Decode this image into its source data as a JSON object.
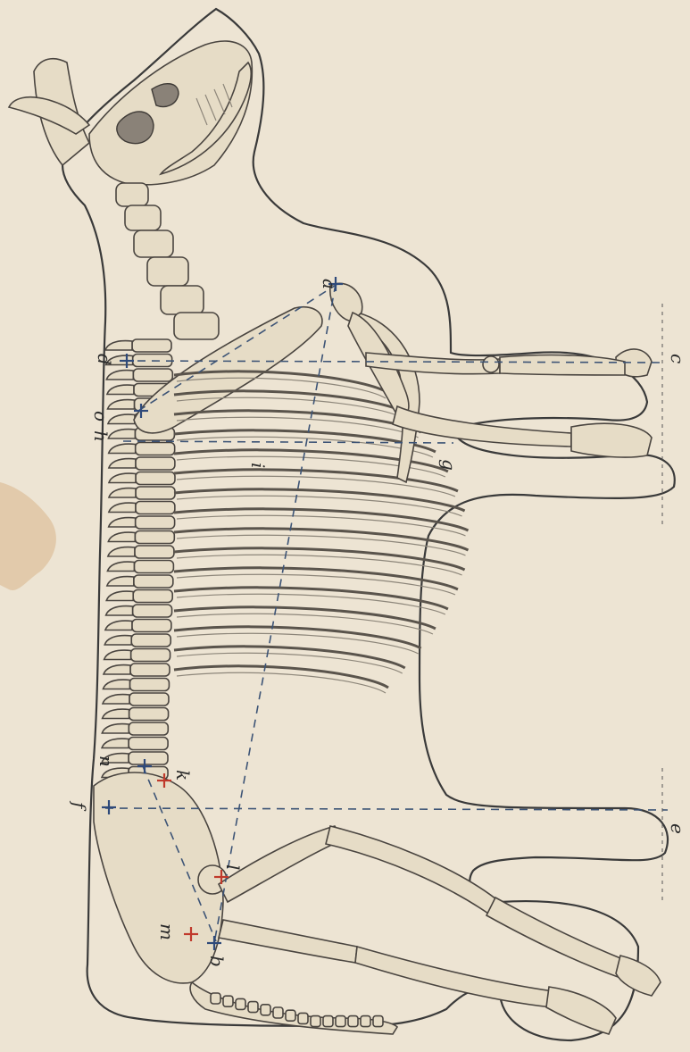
{
  "figure": {
    "labels": {
      "a": "a",
      "b": "b",
      "c": "c",
      "d": "d",
      "e": "e",
      "f": "f",
      "g": "g",
      "h": "h",
      "i": "i",
      "k": "k",
      "l": "l",
      "m": "m",
      "n": "n",
      "o": "o"
    },
    "colors": {
      "paper": "#ede4d3",
      "ink": "#3a3a3a",
      "guide_blue": "#3d5476",
      "marker_red": "#c0392b",
      "stain": "#d9b58a"
    },
    "icons": [
      "blue-cross-marker",
      "red-cross-marker"
    ]
  }
}
